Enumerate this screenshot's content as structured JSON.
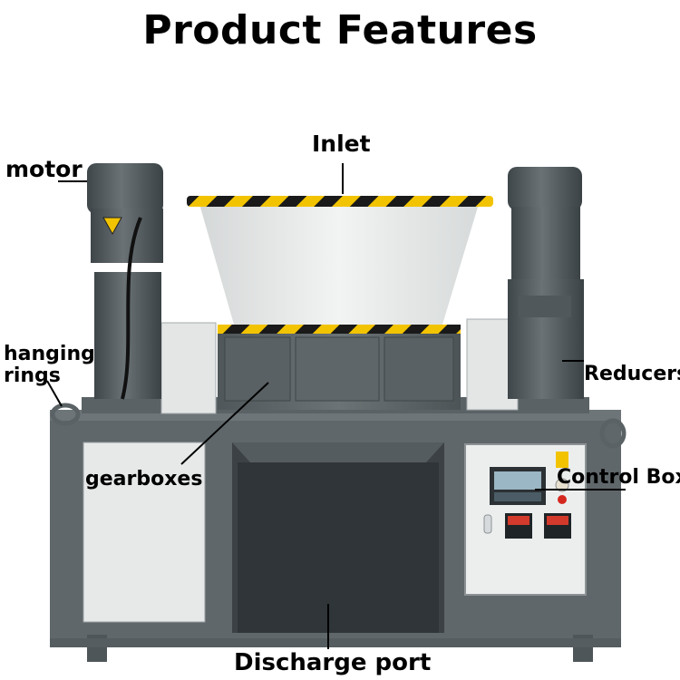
{
  "title": "Product Features",
  "labels": {
    "inlet": "Inlet",
    "motor": "motor",
    "hanging_rings_line1": "hanging",
    "hanging_rings_line2": "rings",
    "reducers": "Reducers",
    "gearboxes": "gearboxes",
    "control_box": "Control Box",
    "discharge_port": "Discharge port"
  },
  "colors": {
    "frame": "#5d6467",
    "panel": "#e6e8e8",
    "hopper": "#e9ebeb",
    "stripe_yellow": "#f2c300",
    "stripe_black": "#1a1a1a",
    "motor": "#4a5357",
    "cabinet": "#2f3538",
    "leader_line": "#000000"
  }
}
